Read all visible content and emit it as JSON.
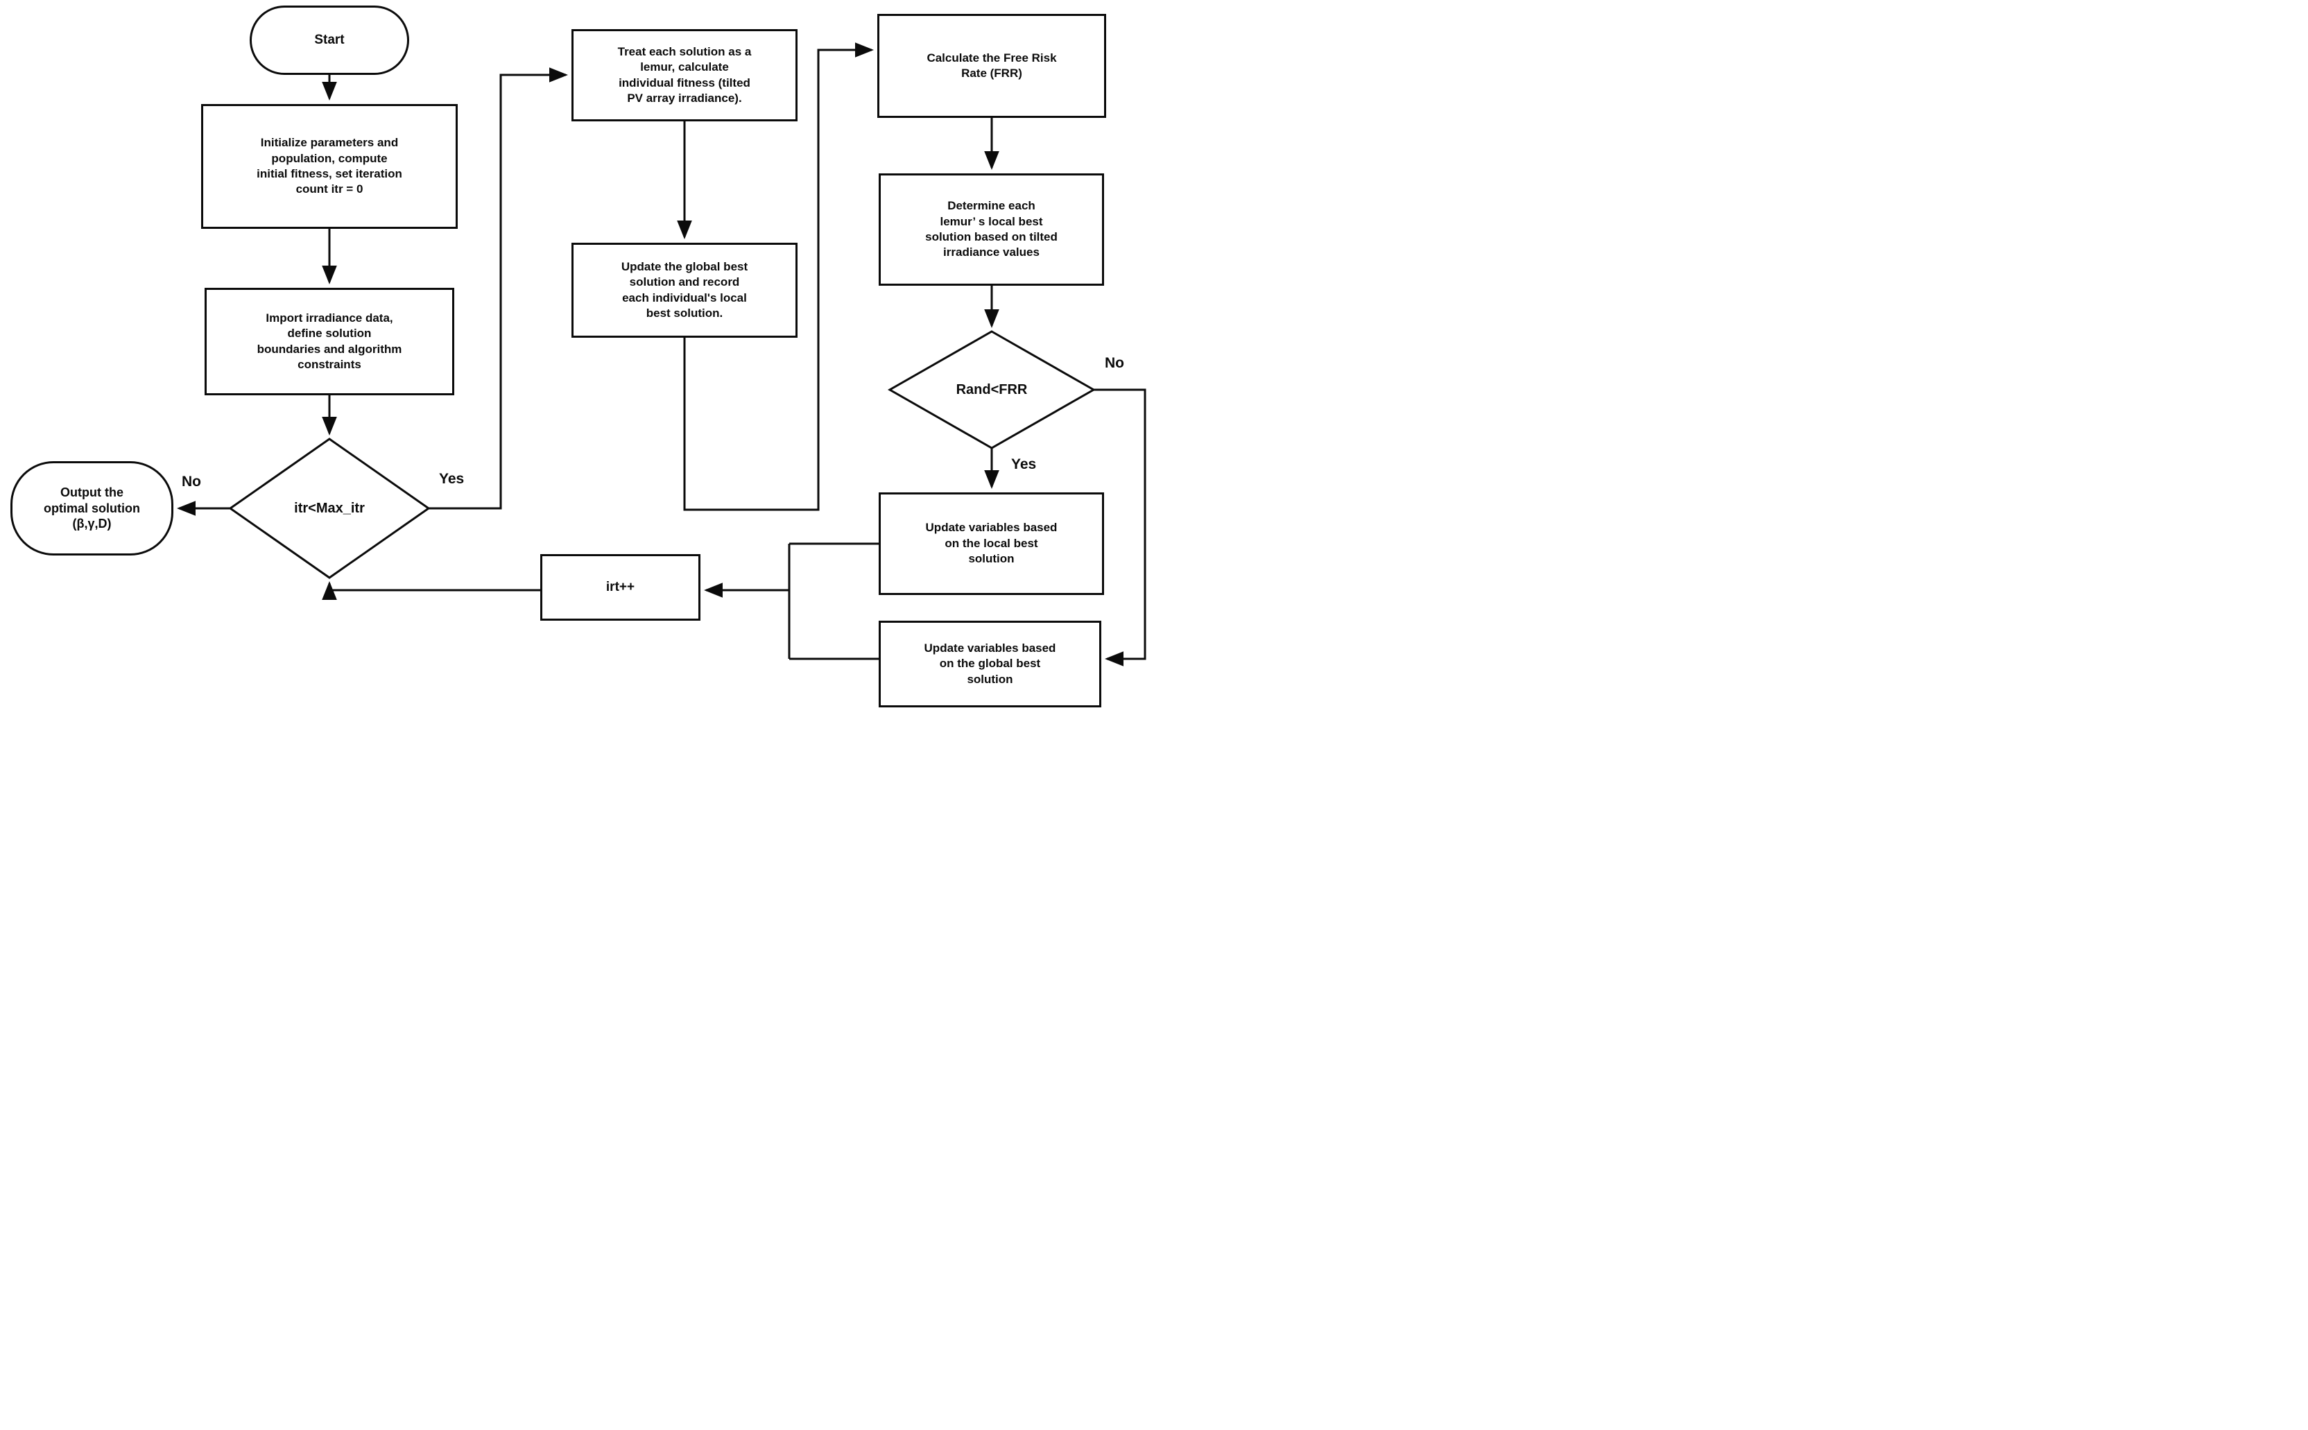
{
  "nodes": {
    "start": {
      "label": "Start"
    },
    "init": {
      "label": "Initialize parameters and\npopulation, compute\ninitial fitness, set iteration\ncount itr = 0"
    },
    "import": {
      "label": "Import irradiance data,\ndefine solution\nboundaries and algorithm\nconstraints"
    },
    "iter_check": {
      "label": "itr<Max_itr"
    },
    "output": {
      "label": "Output the\noptimal solution\n(β,γ,D)"
    },
    "treat": {
      "label": "Treat each solution as a\nlemur, calculate\nindividual fitness (tilted\nPV array irradiance)."
    },
    "update_global": {
      "label": "Update the global best\nsolution and record\neach individual's local\nbest solution."
    },
    "calc_frr": {
      "label": "Calculate the Free Risk\nRate (FRR)"
    },
    "determine": {
      "label": "Determine each\nlemur’ s local best\nsolution based on tilted\nirradiance values"
    },
    "rand_check": {
      "label": "Rand<FRR"
    },
    "update_local_best": {
      "label": "Update variables based\non the local best\nsolution"
    },
    "update_global_best": {
      "label": "Update variables based\non the global best\nsolution"
    },
    "increment": {
      "label": "irt++"
    }
  },
  "edge_labels": {
    "iter_no": "No",
    "iter_yes": "Yes",
    "rand_no": "No",
    "rand_yes": "Yes"
  },
  "colors": {
    "line": "#0b0b0b",
    "text": "#0b0b0b",
    "background": "#ffffff"
  }
}
